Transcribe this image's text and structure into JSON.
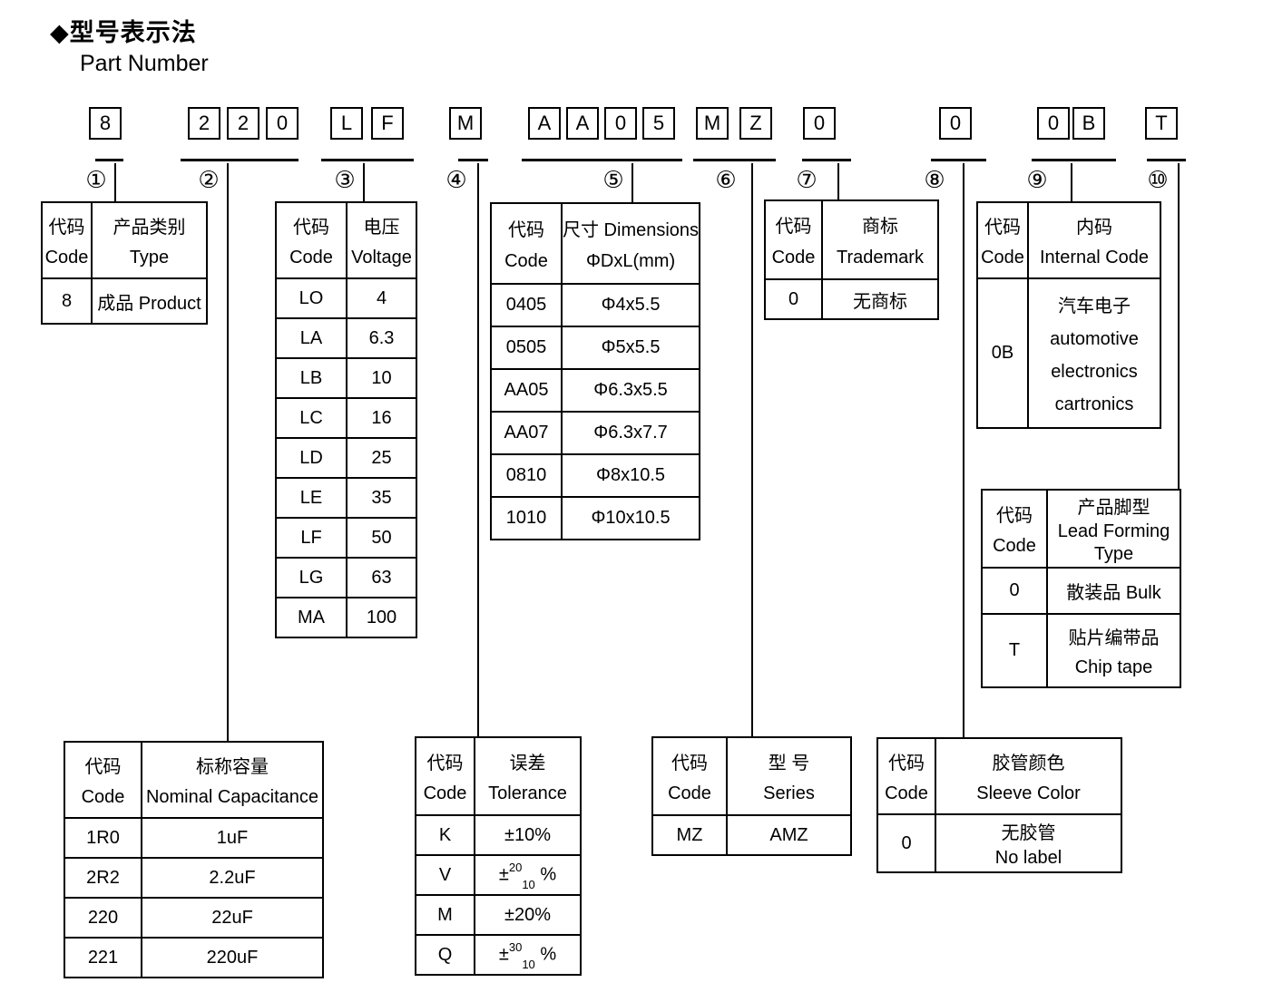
{
  "page": {
    "title_cn": "◆型号表示法",
    "title_en": "Part Number"
  },
  "part_number": {
    "groups": [
      {
        "marker": "①",
        "chars": [
          "8"
        ]
      },
      {
        "marker": "②",
        "chars": [
          "2",
          "2",
          "0"
        ]
      },
      {
        "marker": "③",
        "chars": [
          "L",
          "F"
        ]
      },
      {
        "marker": "④",
        "chars": [
          "M"
        ]
      },
      {
        "marker": "⑤",
        "chars": [
          "A",
          "A",
          "0",
          "5"
        ]
      },
      {
        "marker": "⑥",
        "chars": [
          "M",
          "Z"
        ]
      },
      {
        "marker": "⑦",
        "chars": [
          "0"
        ]
      },
      {
        "marker": "⑧",
        "chars": [
          "0"
        ]
      },
      {
        "marker": "⑨",
        "chars": [
          "0",
          "B"
        ]
      },
      {
        "marker": "⑩",
        "chars": [
          "T"
        ]
      }
    ]
  },
  "tables": {
    "type": {
      "header": [
        "代码\nCode",
        "产品类别\nType"
      ],
      "rows": [
        [
          "8",
          "成品 Product"
        ]
      ]
    },
    "voltage": {
      "header": [
        "代码\nCode",
        "电压\nVoltage"
      ],
      "rows": [
        [
          "LO",
          "4"
        ],
        [
          "LA",
          "6.3"
        ],
        [
          "LB",
          "10"
        ],
        [
          "LC",
          "16"
        ],
        [
          "LD",
          "25"
        ],
        [
          "LE",
          "35"
        ],
        [
          "LF",
          "50"
        ],
        [
          "LG",
          "63"
        ],
        [
          "MA",
          "100"
        ]
      ]
    },
    "dimensions": {
      "header": [
        "代码\nCode",
        "尺寸 Dimensions\nΦDxL(mm)"
      ],
      "rows": [
        [
          "0405",
          "Φ4x5.5"
        ],
        [
          "0505",
          "Φ5x5.5"
        ],
        [
          "AA05",
          "Φ6.3x5.5"
        ],
        [
          "AA07",
          "Φ6.3x7.7"
        ],
        [
          "0810",
          "Φ8x10.5"
        ],
        [
          "1010",
          "Φ10x10.5"
        ]
      ]
    },
    "trademark": {
      "header": [
        "代码\nCode",
        "商标\nTrademark"
      ],
      "rows": [
        [
          "0",
          "无商标"
        ]
      ]
    },
    "internal": {
      "header": [
        "代码\nCode",
        "内码\nInternal Code"
      ],
      "rows": [
        [
          "0B",
          "汽车电子\nautomotive\nelectronics\ncartronics"
        ]
      ]
    },
    "lead_forming": {
      "header": [
        "代码\nCode",
        "产品脚型\nLead Forming\nType"
      ],
      "rows": [
        [
          "0",
          "散装品 Bulk"
        ],
        [
          "T",
          "贴片编带品\nChip tape"
        ]
      ]
    },
    "capacitance": {
      "header": [
        "代码\nCode",
        "标称容量\nNominal Capacitance"
      ],
      "rows": [
        [
          "1R0",
          "1uF"
        ],
        [
          "2R2",
          "2.2uF"
        ],
        [
          "220",
          "22uF"
        ],
        [
          "221",
          "220uF"
        ]
      ]
    },
    "tolerance": {
      "header": [
        "代码\nCode",
        "误差\nTolerance"
      ],
      "rows": [
        [
          "K",
          "±10%"
        ],
        [
          "V",
          {
            "pre": "±",
            "sup": "20",
            "sub": "10",
            "post": " %"
          }
        ],
        [
          "M",
          "±20%"
        ],
        [
          "Q",
          {
            "pre": "±",
            "sup": "30",
            "sub": "10",
            "post": " %"
          }
        ]
      ]
    },
    "series": {
      "header": [
        "代码\nCode",
        "型 号\nSeries"
      ],
      "rows": [
        [
          "MZ",
          "AMZ"
        ]
      ]
    },
    "sleeve": {
      "header": [
        "代码\nCode",
        "胶管颜色\nSleeve Color"
      ],
      "rows": [
        [
          "0",
          "无胶管\nNo label"
        ]
      ]
    }
  }
}
